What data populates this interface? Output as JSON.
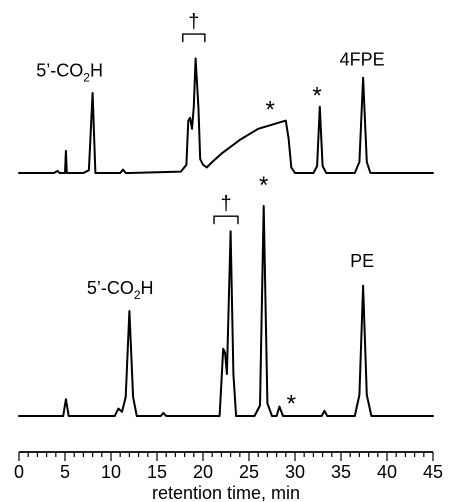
{
  "chart_data": {
    "type": "line",
    "title": "",
    "xlabel": "retention time, min",
    "ylabel": "",
    "xlim": [
      0,
      45
    ],
    "ylim": [
      0,
      1
    ],
    "x_ticks": [
      0,
      5,
      10,
      15,
      20,
      25,
      30,
      35,
      40,
      45
    ],
    "x_tick_labels": [
      "0",
      "5",
      "10",
      "15",
      "20",
      "25",
      "30",
      "35",
      "40",
      "45"
    ],
    "minor_tick_step": 1,
    "grid": false,
    "legend": "none",
    "series": [
      {
        "x": [
          0,
          3.0,
          3.8,
          4.2,
          4.4,
          5.0,
          5.1,
          5.2,
          5.4,
          7.0,
          7.6,
          8.0,
          8.3,
          8.6,
          9.0,
          11.0,
          11.3,
          11.6,
          12.0,
          17.6,
          18.2,
          18.4,
          18.6,
          18.8,
          19.0,
          19.2,
          19.5,
          19.7,
          20.0,
          20.4,
          21.0,
          22.0,
          24.0,
          26.0,
          28.0,
          29.0,
          29.3,
          29.6,
          30.0,
          32.0,
          32.4,
          32.7,
          33.0,
          33.4,
          34.0,
          36.5,
          37.0,
          37.4,
          37.8,
          38.2,
          39.0,
          45
        ],
        "y": [
          0.0,
          0.0,
          0.0,
          0.015,
          0.0,
          0.0,
          0.16,
          0.0,
          0.0,
          0.0,
          0.02,
          0.58,
          0.0,
          0.0,
          0.0,
          0.0,
          0.025,
          0.0,
          0.0,
          0.01,
          0.06,
          0.38,
          0.4,
          0.32,
          0.48,
          0.83,
          0.48,
          0.1,
          0.06,
          0.04,
          0.08,
          0.14,
          0.24,
          0.32,
          0.36,
          0.38,
          0.25,
          0.04,
          0.0,
          0.0,
          0.05,
          0.48,
          0.05,
          0.0,
          0.0,
          0.0,
          0.08,
          0.69,
          0.08,
          0.0,
          0.0,
          0.0
        ]
      },
      {
        "x": [
          0,
          4.8,
          5.1,
          5.4,
          10.4,
          10.8,
          11.2,
          11.6,
          12.0,
          12.4,
          12.8,
          15.4,
          15.7,
          16.0,
          21.8,
          22.2,
          22.4,
          22.6,
          23.0,
          23.3,
          23.6,
          25.6,
          26.2,
          26.6,
          27.0,
          27.5,
          28.0,
          28.3,
          28.7,
          29.0,
          32.9,
          33.2,
          33.5,
          36.5,
          37.0,
          37.4,
          37.8,
          38.3,
          45
        ],
        "y": [
          0.0,
          0.0,
          0.08,
          0.0,
          0.0,
          0.035,
          0.02,
          0.09,
          0.5,
          0.09,
          0.0,
          0.0,
          0.015,
          0.0,
          0.0,
          0.32,
          0.3,
          0.2,
          0.88,
          0.2,
          0.0,
          0.0,
          0.05,
          1.0,
          0.06,
          0.0,
          0.0,
          0.045,
          0.0,
          0.0,
          0.0,
          0.025,
          0.0,
          0.0,
          0.1,
          0.62,
          0.1,
          0.0,
          0.0
        ]
      }
    ],
    "annotations": [
      {
        "series": 0,
        "text": "5’-CO₂H",
        "base": "5’-CO",
        "sub": "2",
        "tail": "H",
        "x": 5.5,
        "y": 0.7
      },
      {
        "series": 0,
        "text": "4FPE",
        "x": 37.3,
        "y": 0.78
      },
      {
        "series": 0,
        "text": "*",
        "x": 27.3,
        "y": 0.46
      },
      {
        "series": 0,
        "text": "*",
        "x": 32.4,
        "y": 0.56
      },
      {
        "series": 0,
        "text": "†",
        "x": 19.0,
        "y": 1.05,
        "bracket": [
          17.8,
          20.2
        ]
      },
      {
        "series": 1,
        "text": "5’-CO₂H",
        "base": "5’-CO",
        "sub": "2",
        "tail": "H",
        "x": 11.0,
        "y": 0.58
      },
      {
        "series": 1,
        "text": "PE",
        "x": 37.3,
        "y": 0.71
      },
      {
        "series": 1,
        "text": "*",
        "x": 26.6,
        "y": 1.1
      },
      {
        "series": 1,
        "text": "*",
        "x": 29.6,
        "y": 0.06
      },
      {
        "series": 1,
        "text": "†",
        "x": 22.5,
        "y": 0.98,
        "bracket": [
          21.2,
          23.8
        ]
      }
    ]
  }
}
